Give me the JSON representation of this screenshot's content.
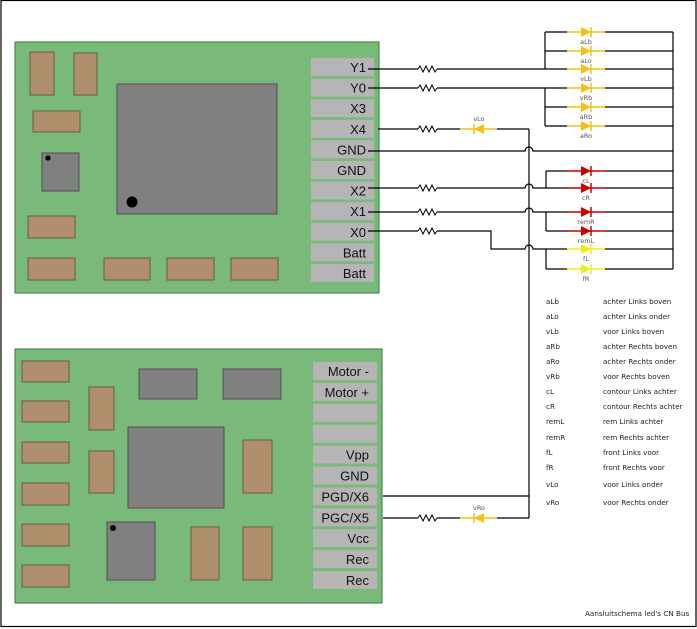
{
  "caption": "Aansluitschema led's CN Bus",
  "colors": {
    "board": "#79b97a",
    "pad": "#b5b5b5",
    "component": "#b08f6d",
    "chip": "#808080",
    "wire": "#000000",
    "led_amber": "#f2c21a",
    "led_red": "#cc0000",
    "led_yellow": "#f5e81c"
  },
  "top_board": {
    "pins": [
      "Y1",
      "Y0",
      "X3",
      "X4",
      "GND",
      "GND",
      "X2",
      "X1",
      "X0",
      "Batt",
      "Batt"
    ]
  },
  "bottom_board": {
    "pins": [
      "Motor -",
      "Motor +",
      "",
      "",
      "Vpp",
      "GND",
      "PGD/X6",
      "PGC/X5",
      "Vcc",
      "Rec",
      "Rec"
    ]
  },
  "leds": [
    {
      "label": "aLb",
      "color": "#f2c21a"
    },
    {
      "label": "aLo",
      "color": "#f2c21a"
    },
    {
      "label": "vLb",
      "color": "#f2c21a"
    },
    {
      "label": "vRb",
      "color": "#f2c21a"
    },
    {
      "label": "aRb",
      "color": "#f2c21a"
    },
    {
      "label": "aRo",
      "color": "#f2c21a"
    },
    {
      "label": "cL",
      "color": "#cc0000"
    },
    {
      "label": "cR",
      "color": "#cc0000"
    },
    {
      "label": "remR",
      "color": "#cc0000"
    },
    {
      "label": "remL",
      "color": "#cc0000"
    },
    {
      "label": "fL",
      "color": "#f5e81c"
    },
    {
      "label": "fR",
      "color": "#f5e81c"
    }
  ],
  "inline_leds": [
    {
      "label": "vLo",
      "color": "#f2c21a"
    },
    {
      "label": "vRo",
      "color": "#f2c21a"
    }
  ],
  "legend": [
    {
      "code": "aLb",
      "desc": "achter Links boven"
    },
    {
      "code": "aLo",
      "desc": "achter Links onder"
    },
    {
      "code": "vLb",
      "desc": "voor Links boven"
    },
    {
      "code": "aRb",
      "desc": "achter Rechts boven"
    },
    {
      "code": "aRo",
      "desc": "achter Rechts onder"
    },
    {
      "code": "vRb",
      "desc": "voor Rechts boven"
    },
    {
      "code": "cL",
      "desc": "contour Links achter"
    },
    {
      "code": "cR",
      "desc": "contour Rechts achter"
    },
    {
      "code": "remL",
      "desc": "rem Links achter"
    },
    {
      "code": "remR",
      "desc": "rem Rechts achter"
    },
    {
      "code": "fL",
      "desc": "front Links voor"
    },
    {
      "code": "fR",
      "desc": "front Rechts voor"
    },
    {
      "code": "vLo",
      "desc": "voor Links onder"
    },
    {
      "code": "vRo",
      "desc": "voor Rechts onder"
    }
  ]
}
